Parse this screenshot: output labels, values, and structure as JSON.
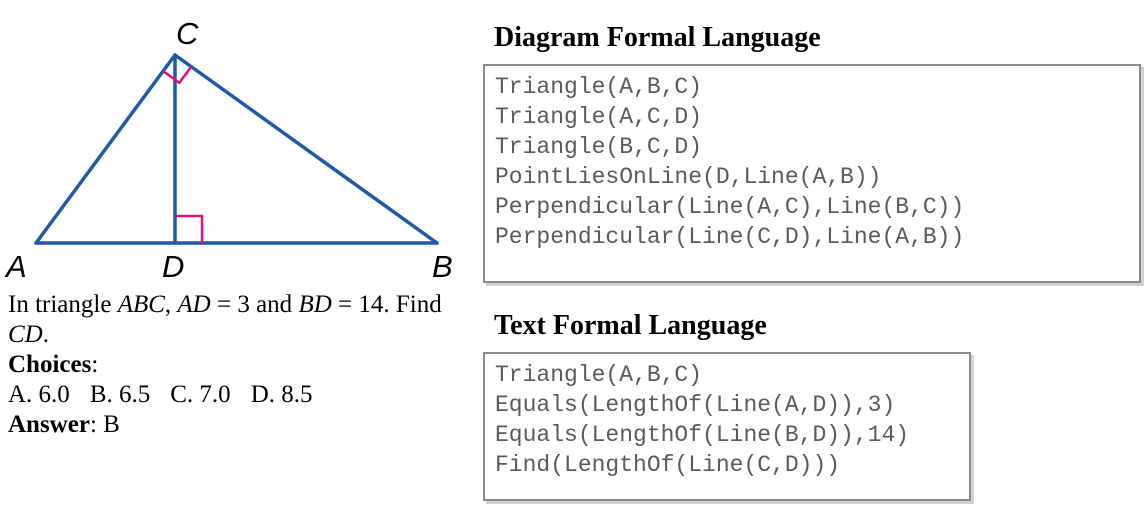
{
  "diagram": {
    "points": {
      "A": "A",
      "B": "B",
      "C": "C",
      "D": "D"
    },
    "line_color": "#1e5aa8",
    "right_angle_color": "#e0117f",
    "lines": [
      {
        "from": "A",
        "to": "B"
      },
      {
        "from": "A",
        "to": "C"
      },
      {
        "from": "B",
        "to": "C"
      },
      {
        "from": "C",
        "to": "D"
      }
    ],
    "right_angles": [
      "C",
      "D"
    ]
  },
  "diagram_formal": {
    "heading": "Diagram Formal Language",
    "lines": [
      "Triangle(A,B,C)",
      "Triangle(A,C,D)",
      "Triangle(B,C,D)",
      "PointLiesOnLine(D,Line(A,B))",
      "Perpendicular(Line(A,C),Line(B,C))",
      "Perpendicular(Line(C,D),Line(A,B))"
    ]
  },
  "text_formal": {
    "heading": "Text Formal Language",
    "lines": [
      "Triangle(A,B,C)",
      "Equals(LengthOf(Line(A,D)),3)",
      "Equals(LengthOf(Line(B,D)),14)",
      "Find(LengthOf(Line(C,D)))"
    ]
  },
  "problem": {
    "q_in": "In triangle ",
    "q_abc": "ABC",
    "q_sep1": ", ",
    "q_ad": "AD",
    "q_eq1": " = 3 and ",
    "q_bd": "BD",
    "q_eq2": " = 14. Find ",
    "q_cd": "CD",
    "q_end": ".",
    "choices_label": "Choices",
    "choices_colon": ":",
    "choices": [
      "A. 6.0",
      "B. 6.5",
      "C. 7.0",
      "D. 8.5"
    ],
    "answer_label": "Answer",
    "answer_sep": ": ",
    "answer_value": "B"
  }
}
